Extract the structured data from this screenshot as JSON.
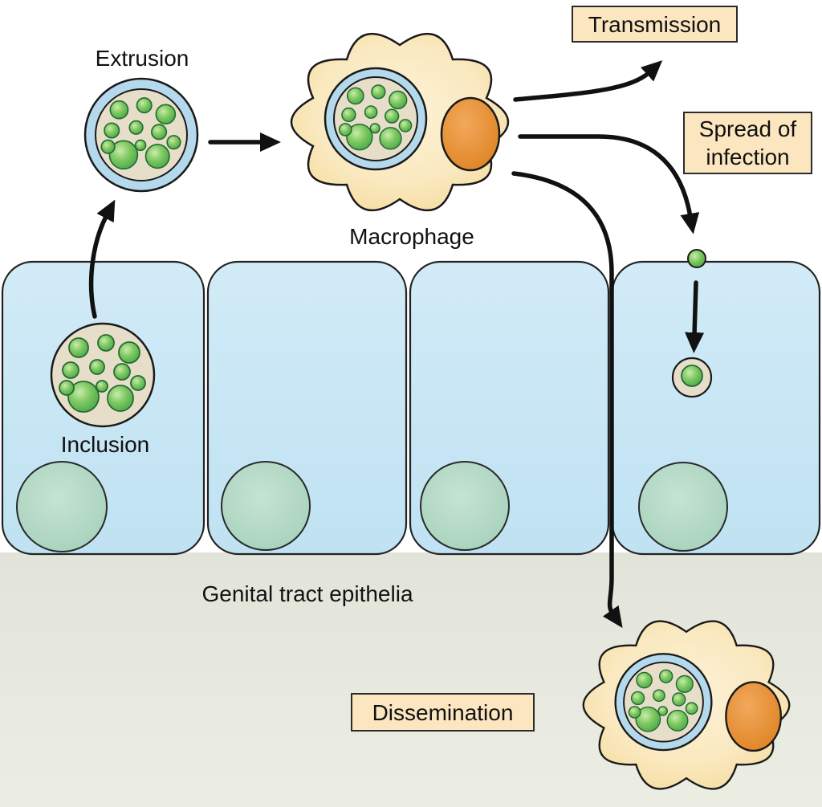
{
  "labels": {
    "extrusion": "Extrusion",
    "macrophage": "Macrophage",
    "inclusion": "Inclusion",
    "genital_tract": "Genital tract epithelia"
  },
  "callouts": {
    "transmission": "Transmission",
    "spread_of_infection": "Spread of infection",
    "dissemination": "Dissemination"
  },
  "colors": {
    "epithelial_cell": "#c9e7f6",
    "cell_nucleus": "#abd6c1",
    "macrophage_body": "#f9e6b4",
    "macrophage_nucleus": "#e0862a",
    "bacteria_green": "#4cae50",
    "inclusion_interior": "#e6dec9",
    "membrane_blue": "#b5d9ec",
    "callout_fill": "#fbe6c0",
    "outline": "#1a1a1a",
    "lower_background": "#e7e8e0"
  }
}
